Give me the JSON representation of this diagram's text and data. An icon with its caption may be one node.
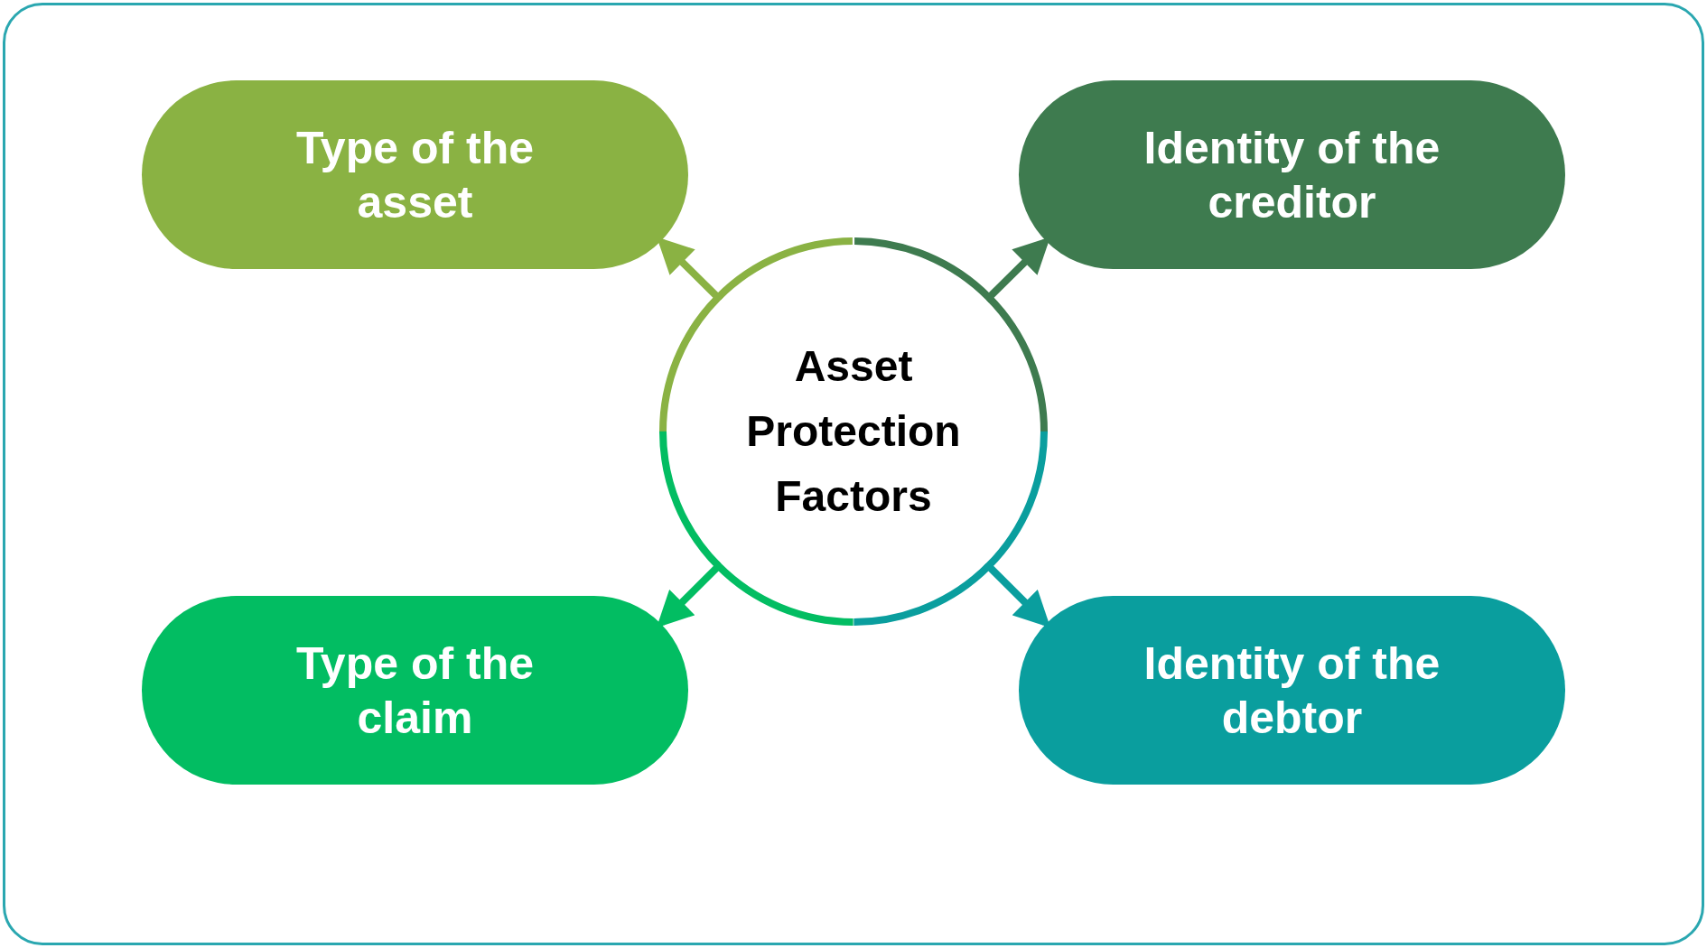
{
  "diagram": {
    "nodes": [
      {
        "text": [
          "Asset Protection Factors"
        ]
      },
      {
        "text": [
          "Type of the asset"
        ]
      },
      {
        "text": [
          "Identity of the creditor"
        ]
      },
      {
        "text": [
          "Type of the claim"
        ]
      },
      {
        "text": [
          "Identity of the debtor"
        ]
      }
    ],
    "edges": [
      {
        "from": 0,
        "to": 1,
        "arrow": "to",
        "color": "#8ab243"
      },
      {
        "from": 0,
        "to": 2,
        "arrow": "to",
        "color": "#3e7b4f"
      },
      {
        "from": 0,
        "to": 3,
        "arrow": "to",
        "color": "#02bd62"
      },
      {
        "from": 0,
        "to": 4,
        "arrow": "to",
        "color": "#0a9e9e"
      }
    ]
  }
}
